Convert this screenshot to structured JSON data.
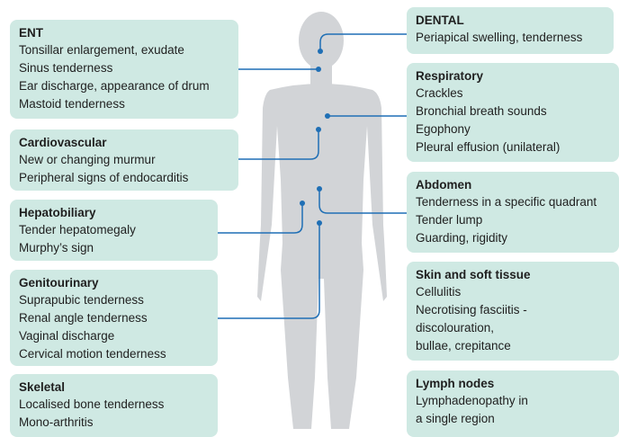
{
  "colors": {
    "box_fill": "#cfe9e3",
    "connector": "#1f6fb5",
    "body_silhouette": "#d2d4d7"
  },
  "boxes": [
    {
      "title": "ENT",
      "items": [
        "Tonsillar enlargement, exudate",
        "Sinus tenderness",
        "Ear discharge, appearance of drum",
        "Mastoid tenderness"
      ]
    },
    {
      "title": "Cardiovascular",
      "items": [
        "New or changing murmur",
        "Peripheral signs of endocarditis"
      ]
    },
    {
      "title": "Hepatobiliary",
      "items": [
        "Tender hepatomegaly",
        "Murphy’s sign"
      ]
    },
    {
      "title": "Genitourinary",
      "items": [
        "Suprapubic tenderness",
        "Renal angle tenderness",
        "Vaginal discharge",
        "Cervical motion tenderness"
      ]
    },
    {
      "title": "Skeletal",
      "items": [
        "Localised bone tenderness",
        "Mono-arthritis"
      ]
    },
    {
      "title": "DENTAL",
      "items": [
        "Periapical swelling, tenderness"
      ]
    },
    {
      "title": "Respiratory",
      "items": [
        "Crackles",
        "Bronchial breath sounds",
        "Egophony",
        "Pleural effusion (unilateral)"
      ]
    },
    {
      "title": "Abdomen",
      "items": [
        "Tenderness in a specific quadrant",
        "Tender lump",
        "Guarding, rigidity"
      ]
    },
    {
      "title": "Skin and soft tissue",
      "items": [
        "Cellulitis",
        "Necrotising fasciitis -",
        "discolouration,",
        "bullae, crepitance"
      ]
    },
    {
      "title": "Lymph nodes",
      "items": [
        "Lymphadenopathy in",
        "a single region"
      ]
    }
  ]
}
